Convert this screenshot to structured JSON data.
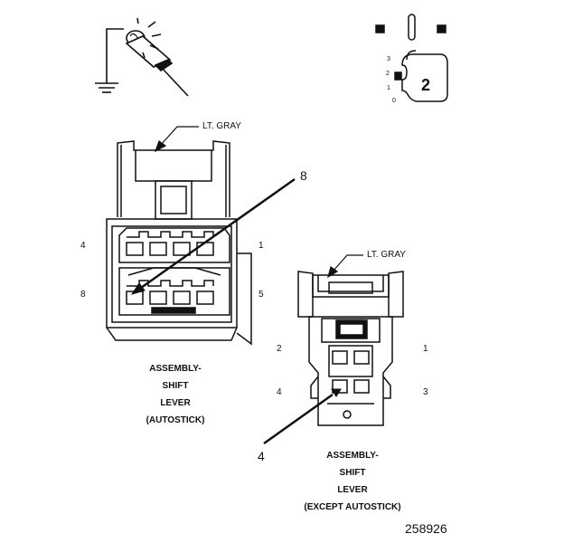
{
  "figure_number": "258926",
  "ignition_symbol": {
    "positions": [
      "3",
      "2",
      "1",
      "0"
    ],
    "key_label": "2"
  },
  "connectors": [
    {
      "id": "autostick",
      "color_label": "LT. GRAY",
      "title_lines": [
        "ASSEMBLY-",
        "SHIFT",
        "LEVER",
        "(AUTOSTICK)"
      ],
      "cavity_numbers": [
        "4",
        "1",
        "8",
        "5"
      ],
      "callout": "8"
    },
    {
      "id": "except-autostick",
      "color_label": "LT. GRAY",
      "title_lines": [
        "ASSEMBLY-",
        "SHIFT",
        "LEVER",
        "(EXCEPT AUTOSTICK)"
      ],
      "cavity_numbers": [
        "2",
        "1",
        "4",
        "3"
      ],
      "callout": "4"
    }
  ]
}
